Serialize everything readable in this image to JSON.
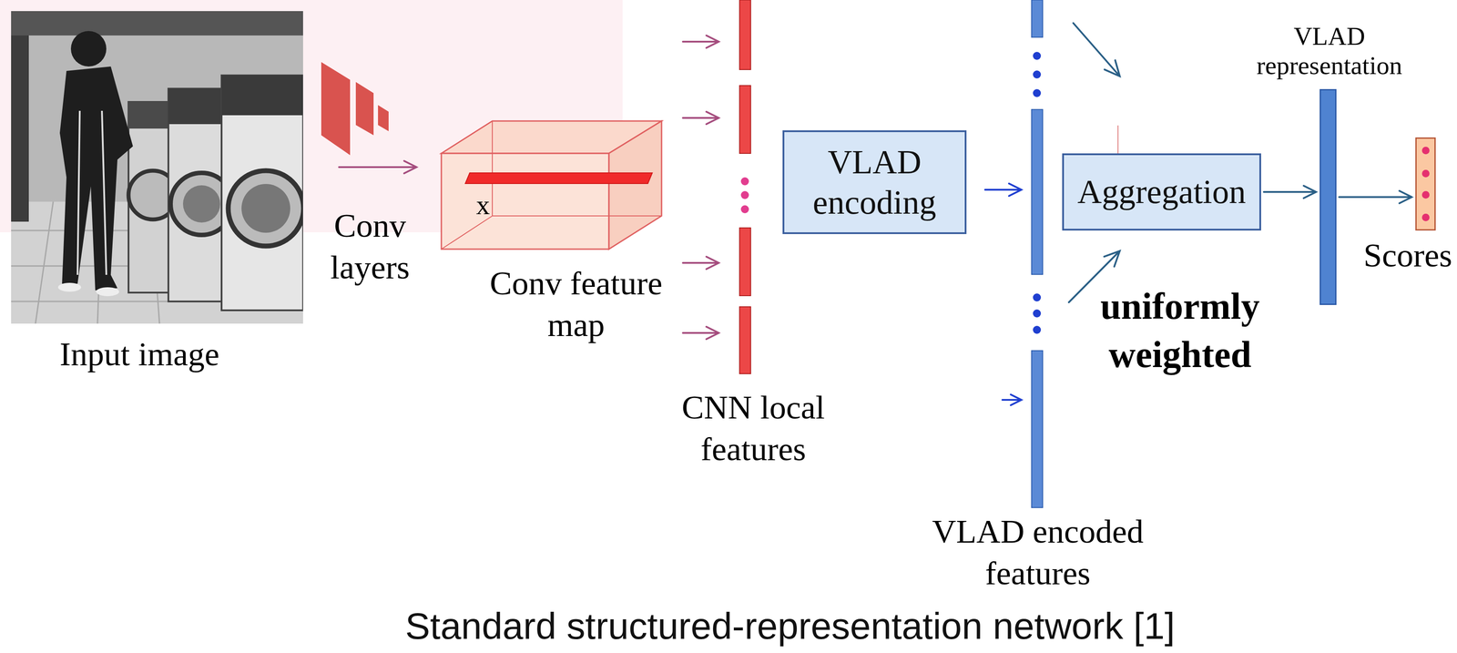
{
  "diagram": {
    "caption": "Standard structured-representation network [1]",
    "nodes": [
      {
        "text": [
          "VLAD encoding"
        ]
      },
      {
        "text": [
          "Aggregation"
        ]
      },
      {
        "text": [
          "VLAD representation"
        ]
      },
      {
        "text": [
          "Scores"
        ]
      }
    ],
    "edges": [
      {
        "from": 1,
        "to": 2,
        "arrow": "to"
      },
      {
        "from": 2,
        "to": 3,
        "arrow": "to"
      }
    ],
    "labels": [
      "Input image",
      "Conv layers",
      "x",
      "Conv feature map",
      "CNN local features",
      "VLAD encoded features",
      "uniformly weighted"
    ]
  }
}
